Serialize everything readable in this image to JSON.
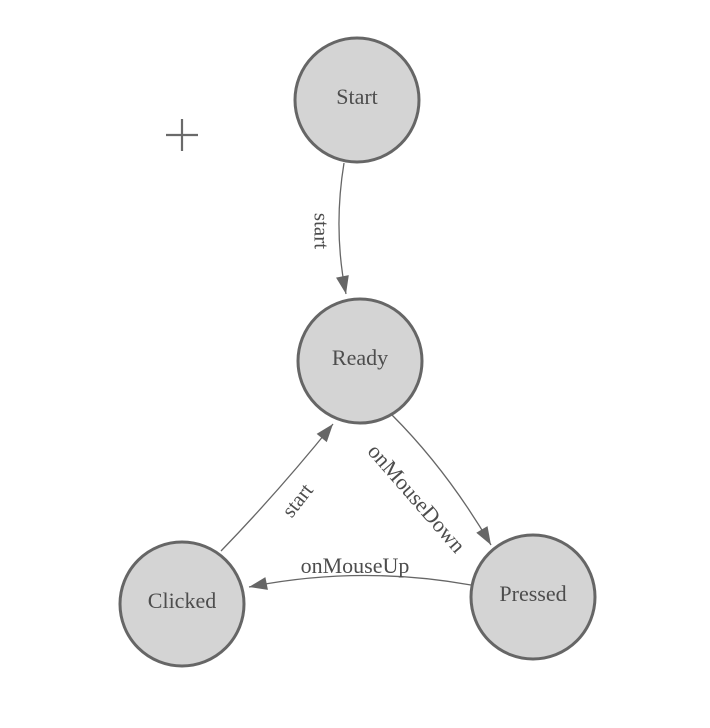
{
  "palette": {
    "background": "#ffffff",
    "node_fill": "#d4d4d4",
    "node_stroke": "#666666",
    "edge_color": "#666666",
    "arrow_color": "#666666",
    "label_color": "#4d4d4d",
    "cursor_color": "#6a6a6a"
  },
  "diagram_type": "state-machine",
  "nodes": [
    {
      "id": "start",
      "label": "Start"
    },
    {
      "id": "ready",
      "label": "Ready"
    },
    {
      "id": "clicked",
      "label": "Clicked"
    },
    {
      "id": "pressed",
      "label": "Pressed"
    }
  ],
  "edges": [
    {
      "id": "start-to-ready",
      "from": "Start",
      "to": "Ready",
      "label": "start"
    },
    {
      "id": "ready-to-pressed",
      "from": "Ready",
      "to": "Pressed",
      "label": "onMouseDown"
    },
    {
      "id": "pressed-to-clicked",
      "from": "Pressed",
      "to": "Clicked",
      "label": "onMouseUp"
    },
    {
      "id": "clicked-to-ready",
      "from": "Clicked",
      "to": "Ready",
      "label": "start"
    }
  ],
  "cursor": {
    "icon": "plus-crosshair"
  }
}
